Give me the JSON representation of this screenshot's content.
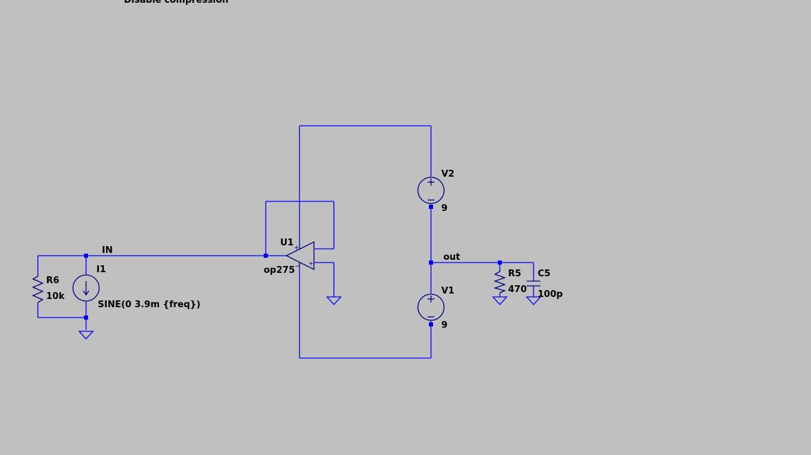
{
  "directive": "Disable compression",
  "nets": {
    "input": "IN",
    "output": "out"
  },
  "components": {
    "R6": {
      "ref": "R6",
      "value": "10k"
    },
    "I1": {
      "ref": "I1",
      "value": "SINE(0 3.9m {freq})"
    },
    "U1": {
      "ref": "U1",
      "value": "op275"
    },
    "V1": {
      "ref": "V1",
      "value": "9"
    },
    "V2": {
      "ref": "V2",
      "value": "9"
    },
    "R5": {
      "ref": "R5",
      "value": "470"
    },
    "C5": {
      "ref": "C5",
      "value": "100p"
    }
  },
  "pins": {
    "plus": "+",
    "minus": "−"
  },
  "colors": {
    "background": "#c0c0c0",
    "wire": "#0000ff",
    "symbol": "#000080",
    "text": "#000000"
  }
}
